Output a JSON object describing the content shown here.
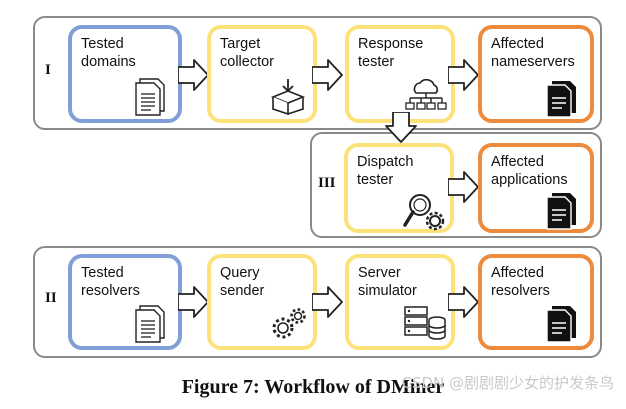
{
  "rows": {
    "I": {
      "label": "I",
      "boxes": [
        "Tested\ndomains",
        "Target\ncollector",
        "Response\ntester",
        "Affected\nnameservers"
      ]
    },
    "III": {
      "label": "III",
      "boxes": [
        "Dispatch\ntester",
        "Affected\napplications"
      ]
    },
    "II": {
      "label": "II",
      "boxes": [
        "Tested\nresolvers",
        "Query\nsender",
        "Server\nsimulator",
        "Affected\nresolvers"
      ]
    }
  },
  "caption": "Figure 7: Workflow of DMiner",
  "watermark": "CSDN @剧剧剧少女的护发条鸟",
  "colors": {
    "input": "#7f9fd6",
    "process": "#fde27a",
    "output": "#ee8a3c",
    "panel": "#8a8a8a"
  }
}
